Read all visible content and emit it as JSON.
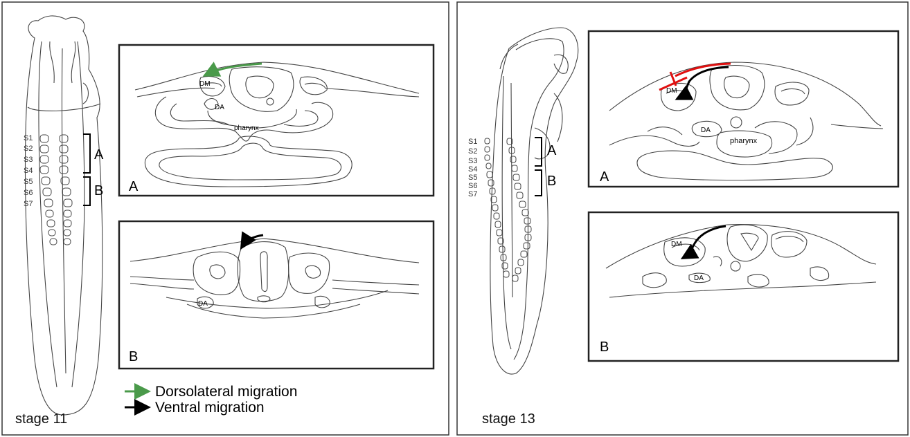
{
  "left_panel": {
    "stage_label": "stage 11",
    "somites": [
      "S1",
      "S2",
      "S3",
      "S4",
      "S5",
      "S6",
      "S7"
    ],
    "bracket_a": "A",
    "bracket_b": "B",
    "section_a": {
      "corner_label": "A",
      "labels": [
        "DM",
        "DA",
        "pharynx"
      ]
    },
    "section_b": {
      "corner_label": "B",
      "labels": [
        "DA"
      ]
    }
  },
  "right_panel": {
    "stage_label": "stage 13",
    "somites": [
      "S1",
      "S2",
      "S3",
      "S4",
      "S5",
      "S6",
      "S7"
    ],
    "bracket_a": "A",
    "bracket_b": "B",
    "section_a": {
      "corner_label": "A",
      "labels": [
        "DM",
        "DA",
        "pharynx"
      ]
    },
    "section_b": {
      "corner_label": "B",
      "labels": [
        "DM",
        "DA"
      ]
    }
  },
  "legend": [
    {
      "label": "Dorsolateral migration",
      "color": "#4a9a4a"
    },
    {
      "label": "Ventral migration",
      "color": "#000000"
    }
  ],
  "colors": {
    "green_arrow": "#4a9a4a",
    "red_line": "#e01010",
    "outline": "#3a3a3a"
  }
}
